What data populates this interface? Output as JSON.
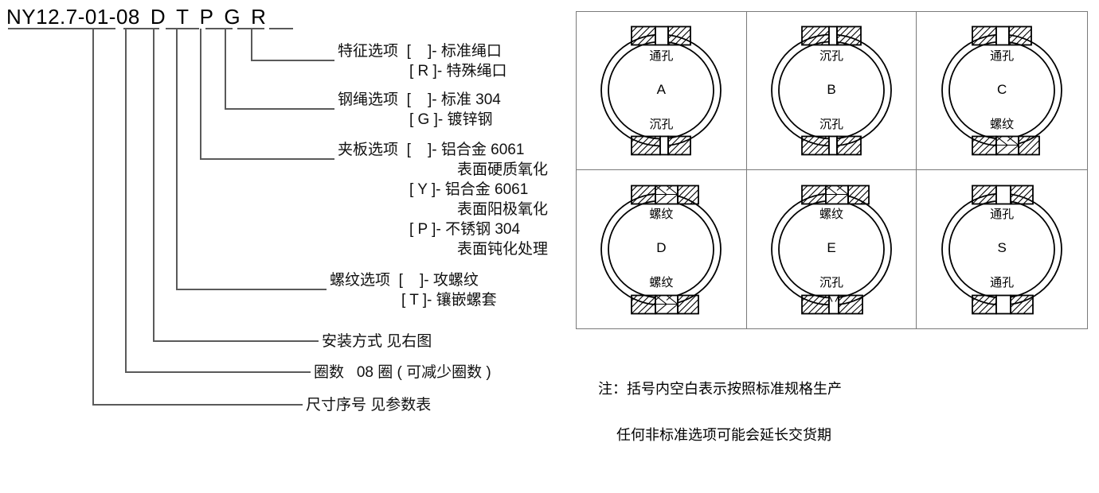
{
  "part_number": {
    "segments": [
      "NY12.7-01-08",
      "D",
      "T",
      "P",
      "G",
      "R"
    ],
    "full": "NY12.7-01-08 D T P G R"
  },
  "annotations": [
    {
      "key": "feature-option",
      "title": "特征选项",
      "options": [
        {
          "bracket": "[    ]-",
          "text": "标准绳口"
        },
        {
          "bracket": "[ R ]-",
          "text": "特殊绳口"
        }
      ]
    },
    {
      "key": "wire-rope-option",
      "title": "钢绳选项",
      "options": [
        {
          "bracket": "[    ]-",
          "text": "标准 304"
        },
        {
          "bracket": "[ G ]-",
          "text": "镀锌钢"
        }
      ]
    },
    {
      "key": "clamp-plate-option",
      "title": "夹板选项",
      "options": [
        {
          "bracket": "[    ]-",
          "text": "铝合金 6061",
          "text2": "表面硬质氧化"
        },
        {
          "bracket": "[ Y ]-",
          "text": "铝合金 6061",
          "text2": "表面阳极氧化"
        },
        {
          "bracket": "[ P ]-",
          "text": "不锈钢 304",
          "text2": "表面钝化处理"
        }
      ]
    },
    {
      "key": "thread-option",
      "title": "螺纹选项",
      "options": [
        {
          "bracket": "[    ]-",
          "text": "攻螺纹"
        },
        {
          "bracket": "[ T ]-",
          "text": "镶嵌螺套"
        }
      ]
    },
    {
      "key": "mounting-type",
      "title": "安装方式",
      "value": "见右图"
    },
    {
      "key": "turns",
      "title": "圈数",
      "value": "08 圈 ( 可减少圈数 )"
    },
    {
      "key": "size-number",
      "title": "尺寸序号",
      "value": "见参数表"
    }
  ],
  "mounting_grid": {
    "cells": [
      {
        "code": "A",
        "top": "通孔",
        "bottom": "沉孔",
        "top_type": "through",
        "bottom_type": "counterbore"
      },
      {
        "code": "B",
        "top": "沉孔",
        "bottom": "沉孔",
        "top_type": "counterbore",
        "bottom_type": "counterbore"
      },
      {
        "code": "C",
        "top": "通孔",
        "bottom": "螺纹",
        "top_type": "through",
        "bottom_type": "thread"
      },
      {
        "code": "D",
        "top": "螺纹",
        "bottom": "螺纹",
        "top_type": "thread",
        "bottom_type": "thread"
      },
      {
        "code": "E",
        "top": "螺纹",
        "bottom": "沉孔",
        "top_type": "thread",
        "bottom_type": "counterbore"
      },
      {
        "code": "S",
        "top": "通孔",
        "bottom": "通孔",
        "top_type": "through",
        "bottom_type": "through"
      }
    ]
  },
  "note": {
    "line1": "注：括号内空白表示按照标准规格生产",
    "line2": "任何非标准选项可能会延长交货期"
  },
  "colors": {
    "line": "#5a5a5a",
    "text": "#000000",
    "border": "#7a7a7a"
  }
}
